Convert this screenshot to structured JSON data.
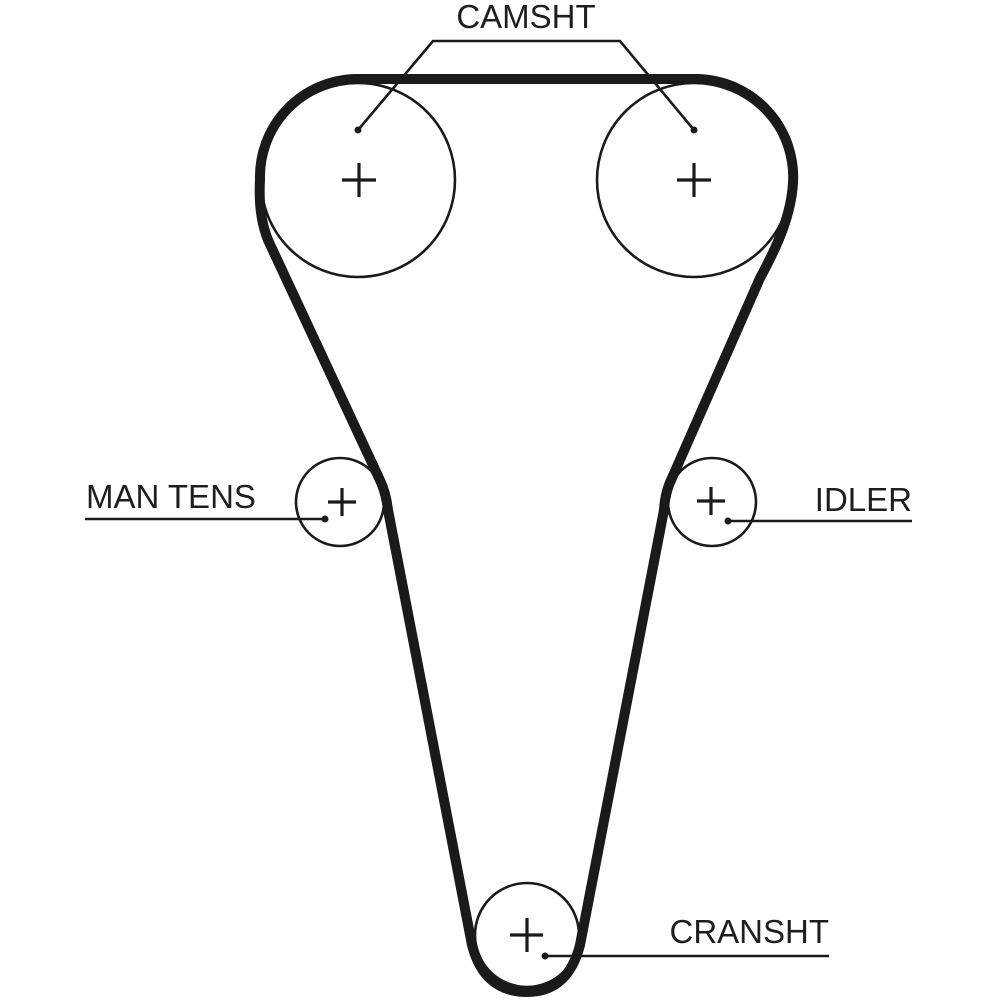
{
  "diagram": {
    "title": "Timing belt routing diagram",
    "type": "timing-belt-layout",
    "colors": {
      "line": "#1a1a1a",
      "background": "#ffffff",
      "text": "#1e1e1e"
    },
    "labels": {
      "camshaft": "CAMSHT",
      "manual_tensioner": "MAN TENS",
      "idler": "IDLER",
      "crankshaft": "CRANSHT"
    },
    "pulleys": [
      {
        "id": "camshaft-left",
        "role": "camshaft",
        "label_ref": "camshaft"
      },
      {
        "id": "camshaft-right",
        "role": "camshaft",
        "label_ref": "camshaft"
      },
      {
        "id": "manual-tensioner",
        "role": "tensioner",
        "label_ref": "manual_tensioner"
      },
      {
        "id": "idler",
        "role": "idler",
        "label_ref": "idler"
      },
      {
        "id": "crankshaft",
        "role": "crankshaft",
        "label_ref": "crankshaft"
      }
    ],
    "belt_route": [
      "camshaft-left",
      "camshaft-right",
      "idler",
      "crankshaft",
      "manual-tensioner"
    ]
  }
}
